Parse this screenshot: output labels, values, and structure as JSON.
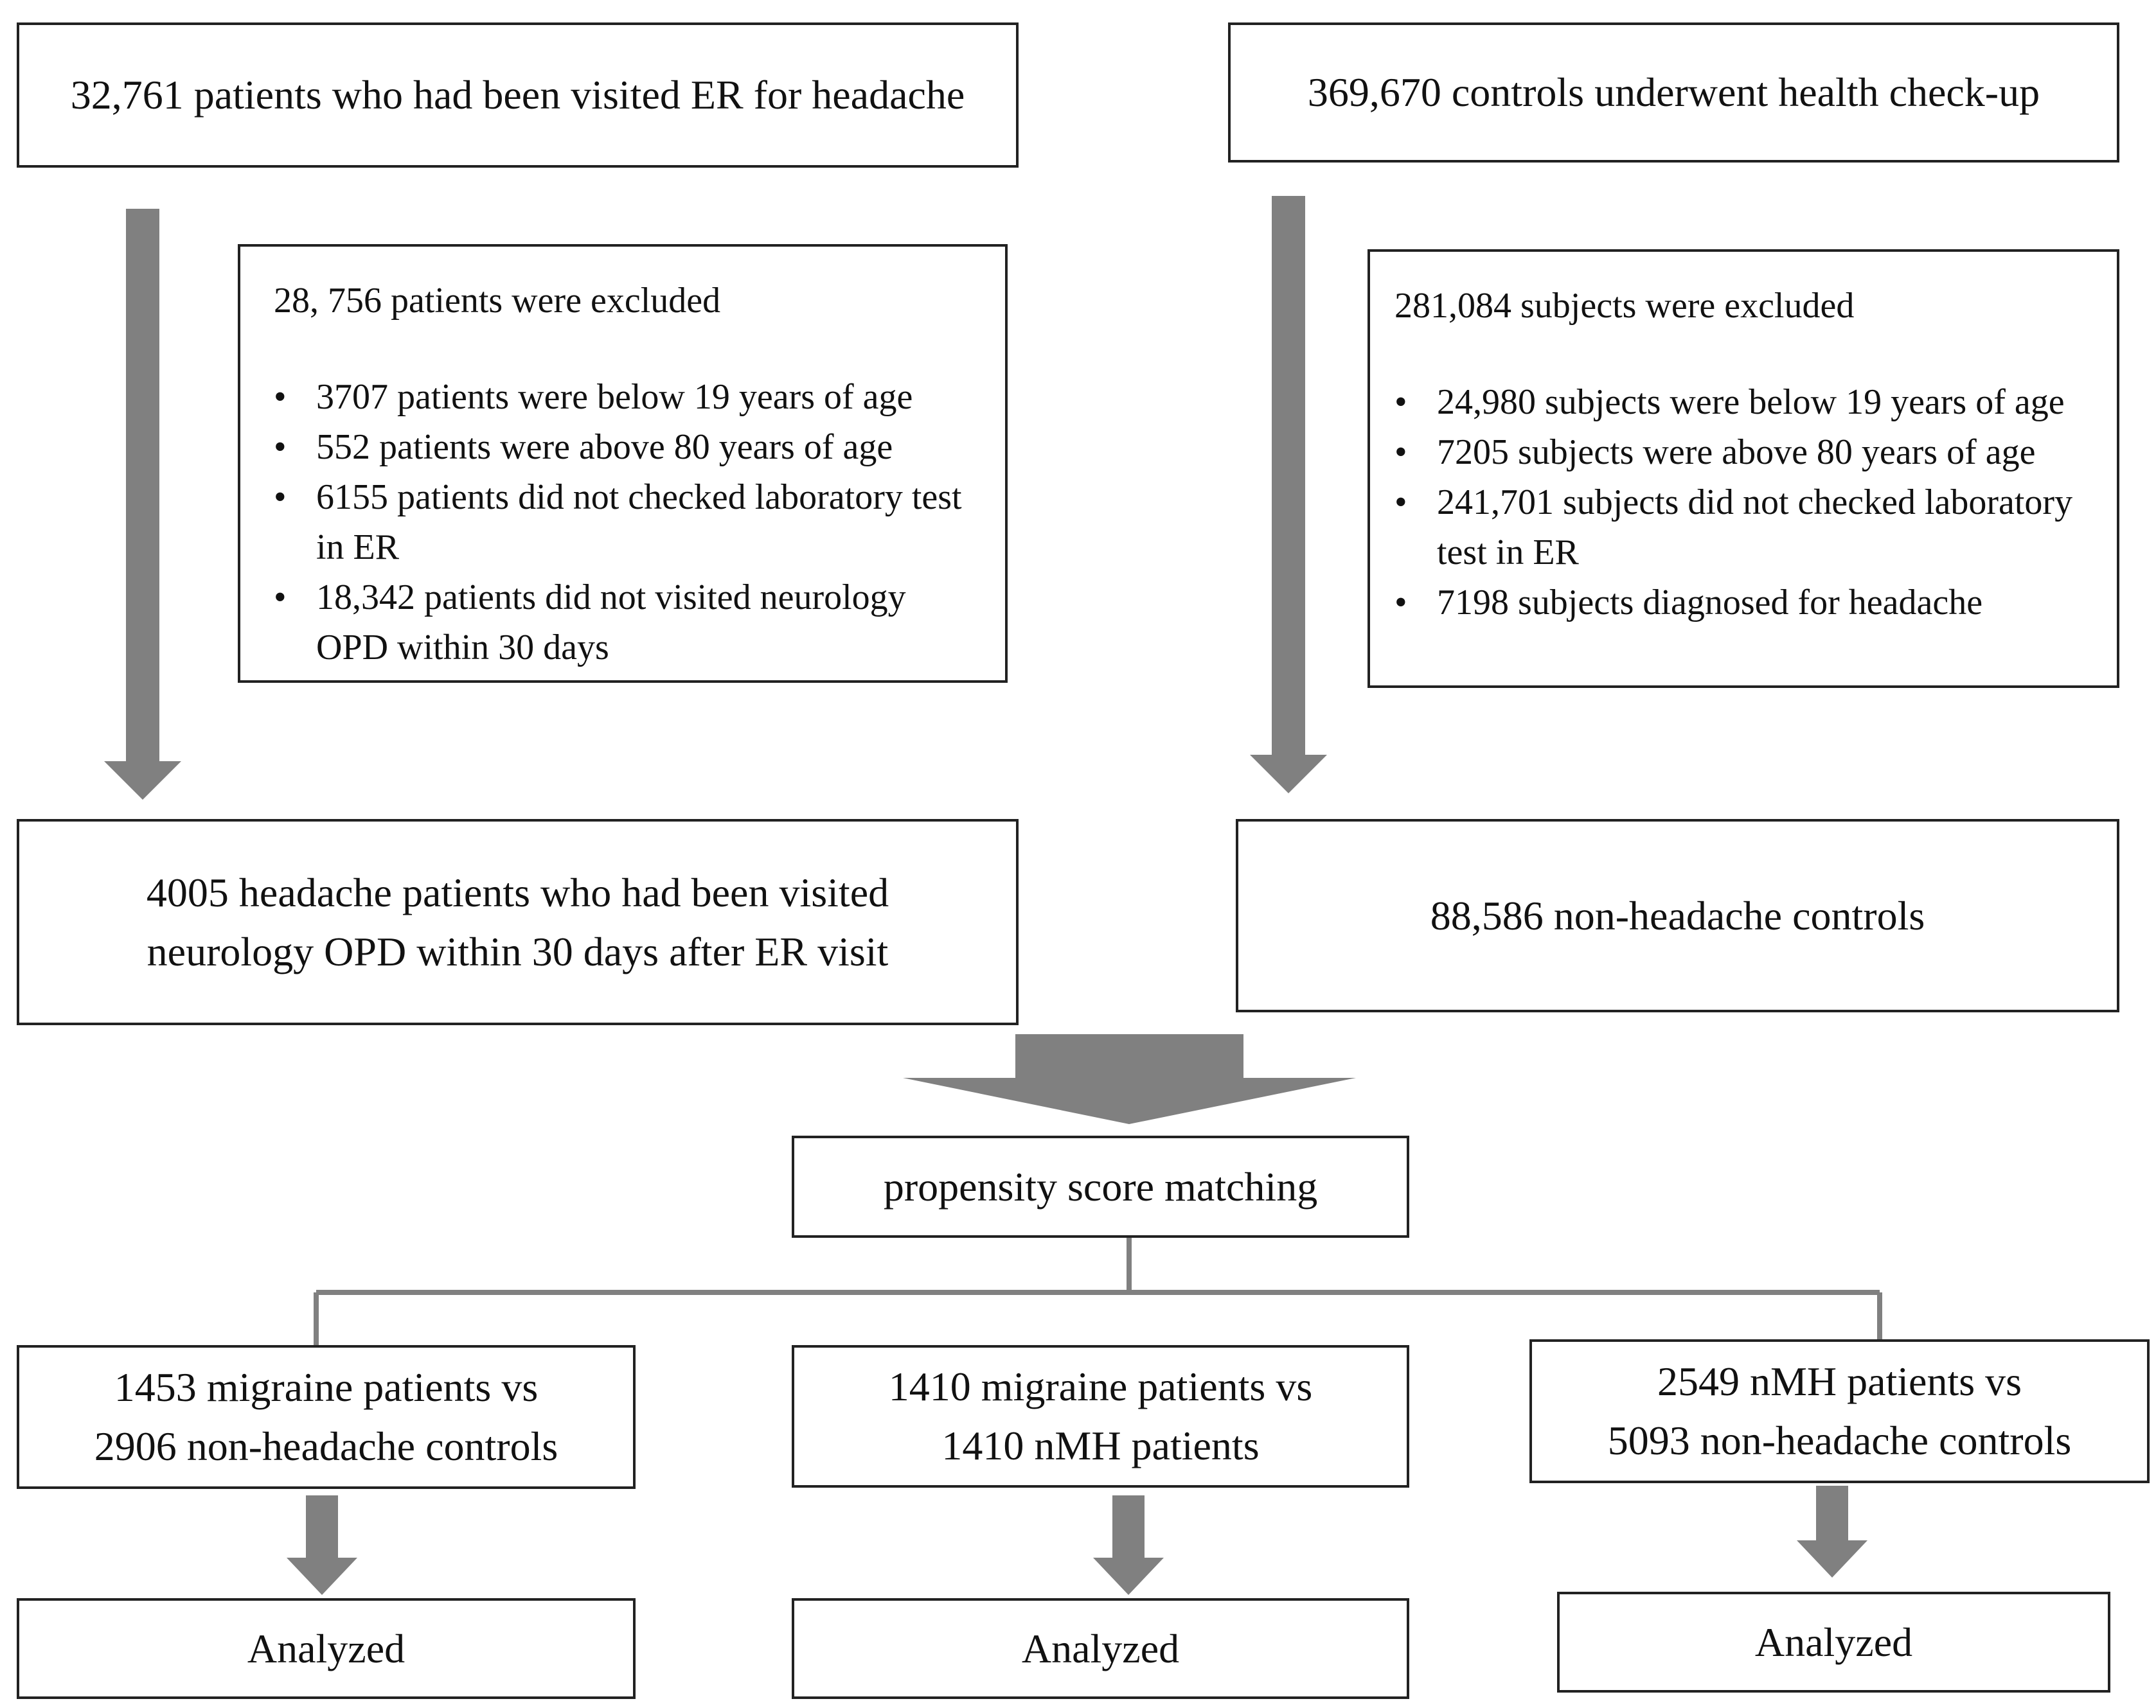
{
  "top_left": {
    "title": "32,761 patients who had been visited ER for headache"
  },
  "top_right": {
    "title": "369,670 controls underwent health check-up"
  },
  "excluded_left": {
    "header": "28, 756 patients were excluded",
    "items": [
      "3707 patients were below 19 years of age",
      "552 patients were above 80 years of age",
      "6155 patients did not checked laboratory test in ER",
      "18,342 patients did not visited neurology OPD within 30 days"
    ]
  },
  "excluded_right": {
    "header": "281,084 subjects were excluded",
    "items": [
      "24,980 subjects were below 19 years of age",
      "7205 subjects were above 80 years of age",
      "241,701 subjects did not checked laboratory test in ER",
      "7198 subjects diagnosed for headache"
    ]
  },
  "mid_left": {
    "line1": "4005 headache patients who had been visited",
    "line2": "neurology OPD within 30 days after ER visit"
  },
  "mid_right": {
    "title": "88,586 non-headache controls"
  },
  "matching": {
    "label": "propensity score matching"
  },
  "groups": [
    {
      "line1": "1453 migraine patients vs",
      "line2": "2906 non-headache controls",
      "result": "Analyzed"
    },
    {
      "line1": "1410 migraine patients vs",
      "line2": "1410 nMH patients",
      "result": "Analyzed"
    },
    {
      "line1": "2549 nMH patients vs",
      "line2": "5093 non-headache controls",
      "result": "Analyzed"
    }
  ],
  "colors": {
    "arrow": "#808080",
    "border": "#222222"
  }
}
